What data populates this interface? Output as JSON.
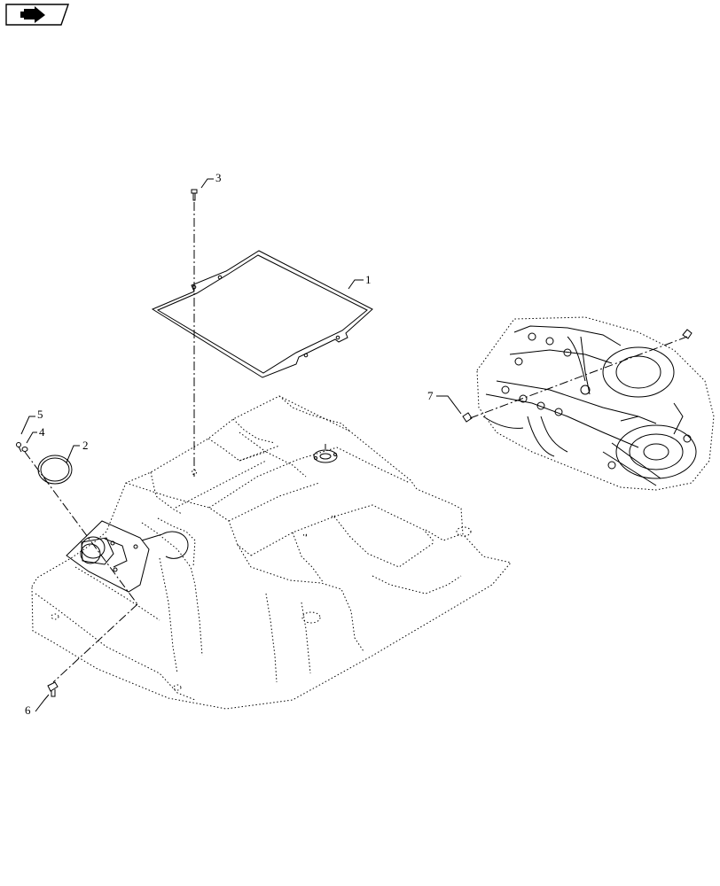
{
  "nav_icon": {
    "icon": "arrow-right-icon",
    "color": "#000000"
  },
  "callouts": [
    {
      "id": "1",
      "text": "1"
    },
    {
      "id": "2",
      "text": "2"
    },
    {
      "id": "3",
      "text": "3"
    },
    {
      "id": "4",
      "text": "4"
    },
    {
      "id": "5",
      "text": "5"
    },
    {
      "id": "6",
      "text": "6"
    },
    {
      "id": "7",
      "text": "7"
    }
  ]
}
